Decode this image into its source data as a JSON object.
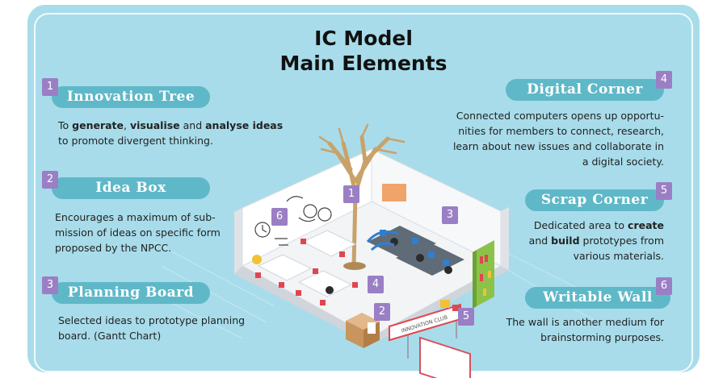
{
  "title": {
    "line1": "IC Model",
    "line2": "Main Elements"
  },
  "elements": [
    {
      "num": "1",
      "name": "Innovation Tree",
      "desc": [
        [
          {
            "t": "To ",
            "b": false
          },
          {
            "t": "generate",
            "b": true
          },
          {
            "t": ", ",
            "b": false
          },
          {
            "t": "visualise",
            "b": true
          },
          {
            "t": " and ",
            "b": false
          },
          {
            "t": "analyse ideas",
            "b": true
          }
        ],
        [
          {
            "t": "to promote divergent thinking.",
            "b": false
          }
        ]
      ]
    },
    {
      "num": "2",
      "name": "Idea Box",
      "desc": [
        [
          {
            "t": "Encourages a maximum of sub-",
            "b": false
          }
        ],
        [
          {
            "t": "mission of ideas on specific form",
            "b": false
          }
        ],
        [
          {
            "t": "proposed by the NPCC.",
            "b": false
          }
        ]
      ]
    },
    {
      "num": "3",
      "name": "Planning Board",
      "desc": [
        [
          {
            "t": "Selected ideas to prototype planning",
            "b": false
          }
        ],
        [
          {
            "t": "board. (Gantt Chart)",
            "b": false
          }
        ]
      ]
    },
    {
      "num": "4",
      "name": "Digital Corner",
      "desc": [
        [
          {
            "t": "Connected computers opens up opportu-",
            "b": false
          }
        ],
        [
          {
            "t": "nities for members to connect, research,",
            "b": false
          }
        ],
        [
          {
            "t": "learn about new issues and collaborate in",
            "b": false
          }
        ],
        [
          {
            "t": "a digital society.",
            "b": false
          }
        ]
      ]
    },
    {
      "num": "5",
      "name": "Scrap Corner",
      "desc": [
        [
          {
            "t": "Dedicated area to ",
            "b": false
          },
          {
            "t": "create",
            "b": true
          }
        ],
        [
          {
            "t": "and ",
            "b": false
          },
          {
            "t": "build",
            "b": true
          },
          {
            "t": " prototypes from",
            "b": false
          }
        ],
        [
          {
            "t": "various materials.",
            "b": false
          }
        ]
      ]
    },
    {
      "num": "6",
      "name": "Writable Wall",
      "desc": [
        [
          {
            "t": "The wall is another medium for",
            "b": false
          }
        ],
        [
          {
            "t": "brainstorming purposes.",
            "b": false
          }
        ]
      ]
    }
  ],
  "room_markers": [
    "1",
    "2",
    "3",
    "4",
    "5",
    "6"
  ],
  "sign_text": "INNOVATION CLUB",
  "colors": {
    "background": "#a8dcea",
    "pill": "#5fb8c8",
    "number_badge": "#9a7fc4",
    "text": "#222222"
  }
}
